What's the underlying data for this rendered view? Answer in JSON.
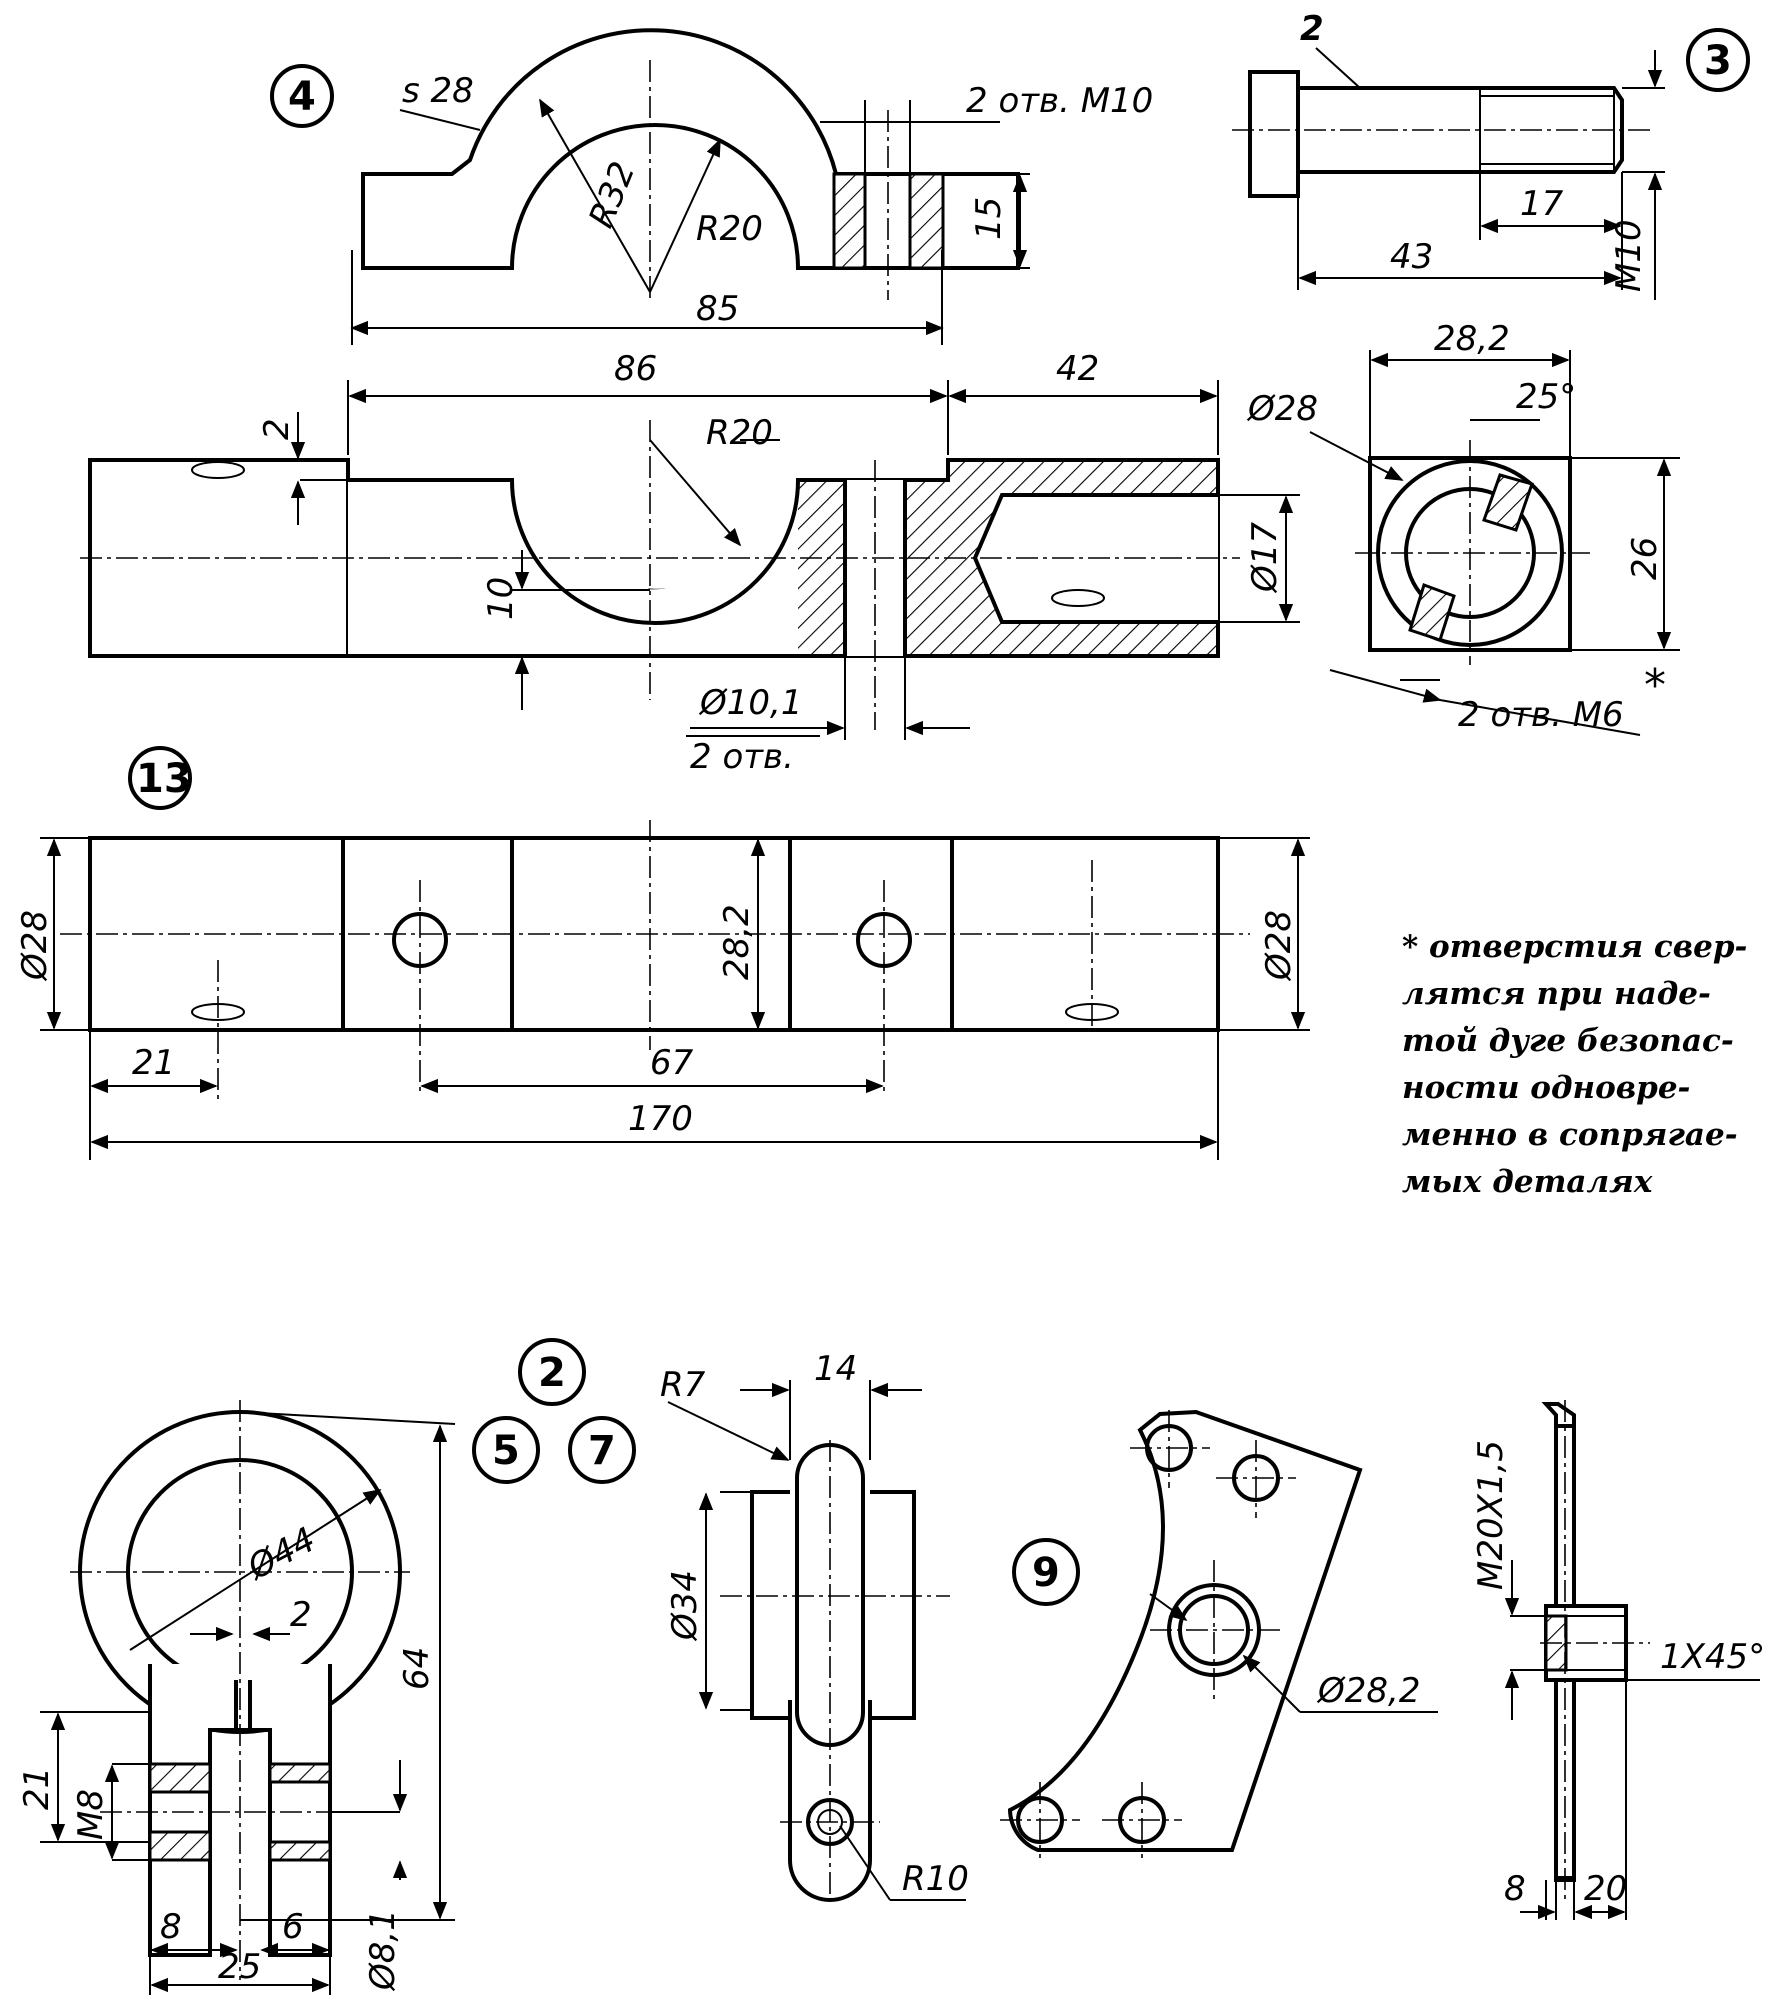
{
  "parts": {
    "p4": "4",
    "p3": "3",
    "p2_bolt": "2",
    "p13": "13",
    "p2": "2",
    "p5": "5",
    "p7": "7",
    "p9": "9"
  },
  "dims": {
    "s28": "s 28",
    "R32": "R32",
    "R20_top": "R20",
    "holes_M10": "2 отв. M10",
    "d15": "15",
    "d85": "85",
    "d86": "86",
    "d42": "42",
    "d2": "2",
    "R20_mid": "R20",
    "d10": "10",
    "dia17": "Ø17",
    "dia10_1": "Ø10,1",
    "holes2": "2 отв.",
    "bolt_2": "2",
    "bolt_17": "17",
    "bolt_43": "43",
    "bolt_M10": "M10",
    "sq_28_2": "28,2",
    "sq_25deg": "25°",
    "sq_dia28": "Ø28",
    "sq_26": "26",
    "sq_M6": "2 отв. M6",
    "asterisk": "*",
    "b_dia28_l": "Ø28",
    "b_28_2": "28,2",
    "b_dia28_r": "Ø28",
    "b_21": "21",
    "b_67": "67",
    "b_170": "170",
    "c_dia44": "Ø44",
    "c_2": "2",
    "c_64": "64",
    "c_21": "21",
    "c_M8": "M8",
    "c_8": "8",
    "c_6": "6",
    "c_25": "25",
    "c_dia8_1": "Ø8,1",
    "k_R7": "R7",
    "k_14": "14",
    "k_dia34": "Ø34",
    "k_R10": "R10",
    "pl_dia28_2": "Ø28,2",
    "s_M20": "M20X1,5",
    "s_1x45": "1X45°",
    "s_8": "8",
    "s_20": "20"
  },
  "note": [
    "* отверстия свер-",
    "лятся при наде-",
    "той дуге безопас-",
    "ности одновре-",
    "менно в сопрягае-",
    "мых деталях"
  ]
}
